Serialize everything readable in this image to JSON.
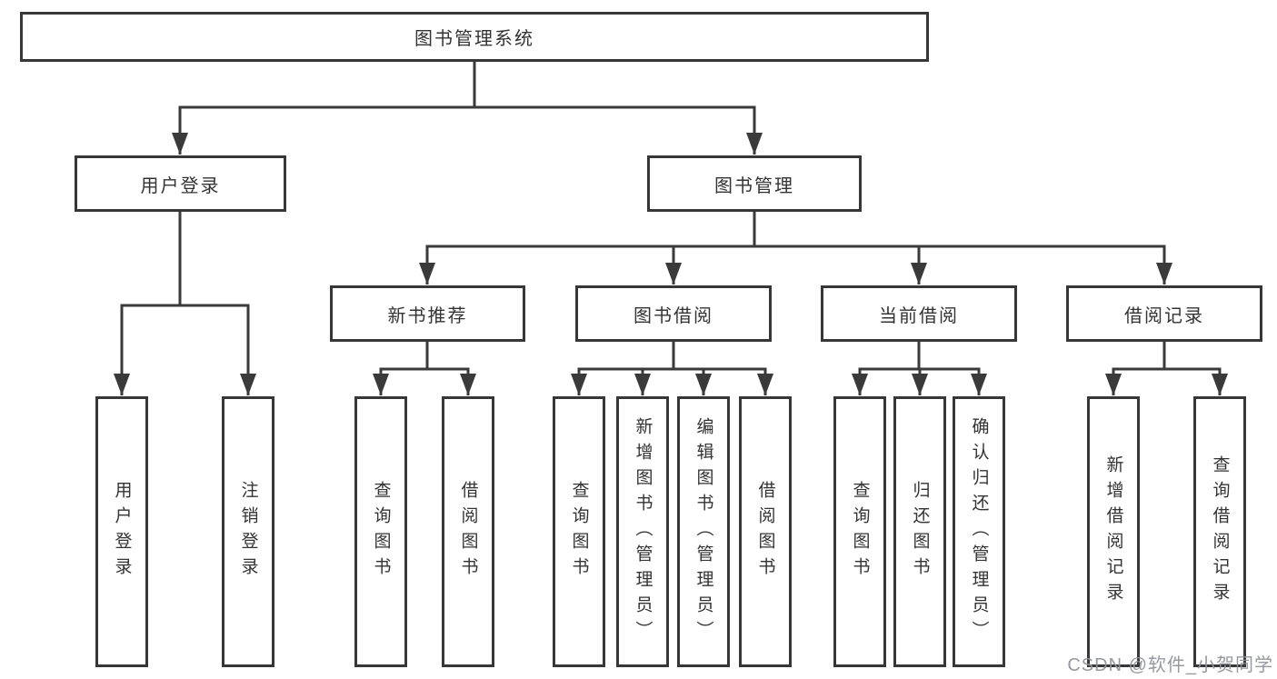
{
  "diagram": {
    "root": "图书管理系统",
    "level2": {
      "login": "用户登录",
      "management": "图书管理"
    },
    "level3": {
      "recommend": "新书推荐",
      "borrow": "图书借阅",
      "current": "当前借阅",
      "records": "借阅记录"
    },
    "leaves": {
      "login": [
        "用户登录",
        "注销登录"
      ],
      "recommend": [
        "查询图书",
        "借阅图书"
      ],
      "borrow": [
        "查询图书",
        "新增图书（管理员）",
        "编辑图书（管理员）",
        "借阅图书"
      ],
      "current": [
        "查询图书",
        "归还图书",
        "确认归还（管理员）"
      ],
      "records": [
        "新增借阅记录",
        "查询借阅记录"
      ]
    }
  },
  "watermark": "CSDN @软件_小贺同学",
  "colors": {
    "line": "#3a3a3a",
    "border": "#373737",
    "text": "#333333",
    "watermark": "#91949b",
    "background": "#ffffff"
  }
}
